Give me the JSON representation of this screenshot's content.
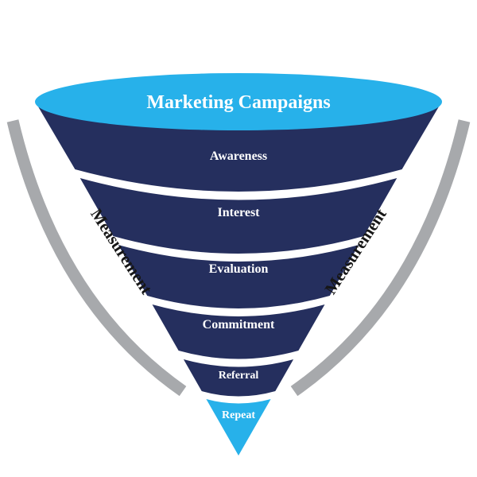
{
  "diagram": {
    "title": "Marketing Campaigns",
    "stages": [
      {
        "label": "Awareness"
      },
      {
        "label": "Interest"
      },
      {
        "label": "Evaluation"
      },
      {
        "label": "Commitment"
      },
      {
        "label": "Referral"
      },
      {
        "label": "Repeat"
      }
    ],
    "side_labels": {
      "left": "Measurement",
      "right": "Measurement"
    },
    "colors": {
      "funnel_navy": "#252f5e",
      "funnel_cyan": "#27b1ea",
      "band_gray": "#a7a9ac",
      "label_light": "#ffffff",
      "label_dark": "#161616"
    }
  }
}
